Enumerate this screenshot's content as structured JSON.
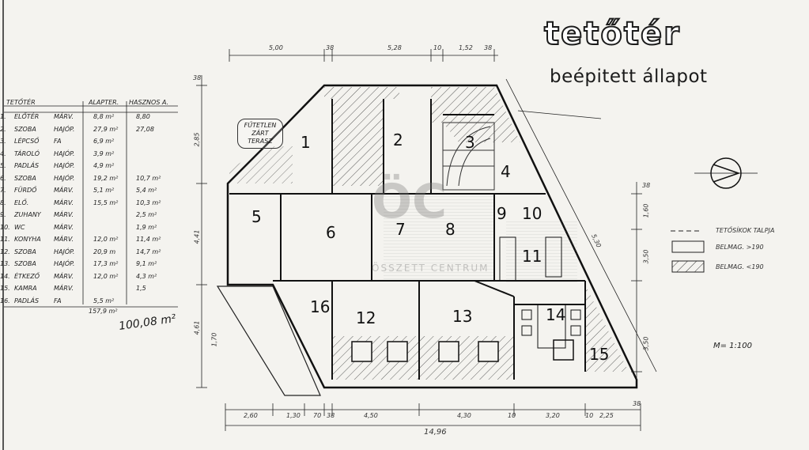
{
  "title": {
    "main": "tetőtér",
    "sub": "beépitett állapot"
  },
  "legend": {
    "items": [
      {
        "label": "TETŐSÍKOK TALPJA"
      },
      {
        "label": "BELMAG. >190"
      },
      {
        "label": "BELMAG. <190"
      }
    ]
  },
  "scale": "M= 1:100",
  "note": [
    "FŰTETLEN",
    "ZÁRT",
    "TERASZ"
  ],
  "room_table": {
    "headers": [
      "TETŐTÉR",
      "ALAPTER.",
      "HASZNOS A."
    ],
    "rows": [
      {
        "no": "1.",
        "name": "ELŐTÉR",
        "floor": "MÁRV.",
        "area": "8,8 m²",
        "useful": "8,80"
      },
      {
        "no": "2.",
        "name": "SZOBA",
        "floor": "HAJÓP.",
        "area": "27,9 m²",
        "useful": "27,08"
      },
      {
        "no": "3.",
        "name": "LÉPCSŐ",
        "floor": "FA",
        "area": "6,9 m²",
        "useful": ""
      },
      {
        "no": "4.",
        "name": "TÁROLÓ",
        "floor": "HAJÓP.",
        "area": "3,9 m²",
        "useful": ""
      },
      {
        "no": "5.",
        "name": "PADLÁS",
        "floor": "HAJÓP.",
        "area": "4,9 m²",
        "useful": ""
      },
      {
        "no": "6.",
        "name": "SZOBA",
        "floor": "HAJÓP.",
        "area": "19,2 m²",
        "useful": "10,7 m²"
      },
      {
        "no": "7.",
        "name": "FÜRDŐ",
        "floor": "MÁRV.",
        "area": "5,1 m²",
        "useful": "5,4 m²"
      },
      {
        "no": "8.",
        "name": "ELŐ.",
        "floor": "MÁRV.",
        "area": "15,5 m²",
        "useful": "10,3 m²"
      },
      {
        "no": "9.",
        "name": "ZUHANY",
        "floor": "MÁRV.",
        "area": "",
        "useful": "2,5 m²"
      },
      {
        "no": "10.",
        "name": "WC",
        "floor": "MÁRV.",
        "area": "",
        "useful": "1,9 m²"
      },
      {
        "no": "11.",
        "name": "KONYHA",
        "floor": "MÁRV.",
        "area": "12,0 m²",
        "useful": "11,4 m²"
      },
      {
        "no": "12.",
        "name": "SZOBA",
        "floor": "HAJÓP.",
        "area": "20,9 m",
        "useful": "14,7 m²"
      },
      {
        "no": "13.",
        "name": "SZOBA",
        "floor": "HAJÓP.",
        "area": "17,3 m²",
        "useful": "9,1 m²"
      },
      {
        "no": "14.",
        "name": "ÉTKEZŐ",
        "floor": "MÁRV.",
        "area": "12,0 m²",
        "useful": "4,3 m²"
      },
      {
        "no": "15.",
        "name": "KAMRA",
        "floor": "MÁRV.",
        "area": "",
        "useful": "1,5"
      },
      {
        "no": "16.",
        "name": "PADLÁS",
        "floor": "FA",
        "area": "5,5 m²",
        "useful": ""
      }
    ],
    "sum": "157,9 m²",
    "total": "100,08 m²"
  },
  "rooms": [
    "1",
    "2",
    "3",
    "4",
    "5",
    "6",
    "7",
    "8",
    "9",
    "10",
    "11",
    "12",
    "13",
    "14",
    "15",
    "16"
  ],
  "dimensions": {
    "top": [
      "5,00",
      "38",
      "5,28",
      "10",
      "1,52",
      "38"
    ],
    "bottom": [
      "2,60",
      "1,30",
      "70",
      "38",
      "4,50",
      "4,30",
      "10",
      "3,20",
      "10",
      "2,25",
      "38"
    ],
    "overall": "14,96",
    "left": [
      "38",
      "2,85",
      "4,41",
      "4,61",
      "1,70"
    ],
    "right": [
      "38",
      "1,60",
      "3,50",
      "3,50",
      "5,30"
    ]
  },
  "watermark": {
    "logo": "ÖC",
    "text": "ÖSSZETT CENTRUM"
  }
}
